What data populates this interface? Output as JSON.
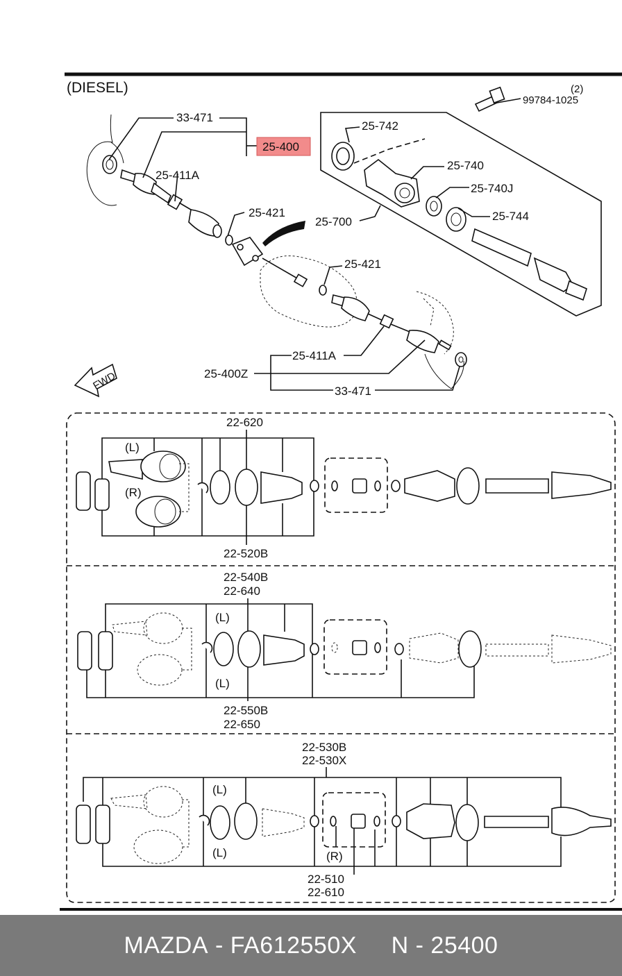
{
  "section_title": "(DIESEL)",
  "top_labels": {
    "bolt_qty": "(2)",
    "bolt": "99784-1025",
    "boot_band_left": "33-471",
    "shaft_assy": "25-400",
    "joint_left": "25-411A",
    "snap_ring_left": "25-421",
    "seal": "25-742",
    "bracket": "25-740",
    "bearing": "25-740J",
    "spacer": "25-744",
    "joint_shaft": "25-700",
    "snap_ring_right": "25-421",
    "joint_right": "25-411A",
    "shaft_assy_z": "25-400Z",
    "boot_band_right": "33-471",
    "fwd": "FWD"
  },
  "highlight_color": "#f28b8b",
  "panel1": {
    "top_label": "22-620",
    "bottom_label": "22-520B",
    "left_tag": "(L)",
    "right_tag": "(R)"
  },
  "panel2": {
    "top_label_1": "22-540B",
    "top_label_2": "22-640",
    "bottom_label_1": "22-550B",
    "bottom_label_2": "22-650",
    "tag_top": "(L)",
    "tag_bottom": "(L)"
  },
  "panel3": {
    "top_label_1": "22-530B",
    "top_label_2": "22-530X",
    "bottom_label_1": "22-510",
    "bottom_label_2": "22-610",
    "tag_top": "(L)",
    "tag_bottom": "(L)",
    "tag_r": "(R)"
  },
  "footer": {
    "brand": "MAZDA",
    "part_number": "FA612550X",
    "ref": "N - 25400"
  }
}
